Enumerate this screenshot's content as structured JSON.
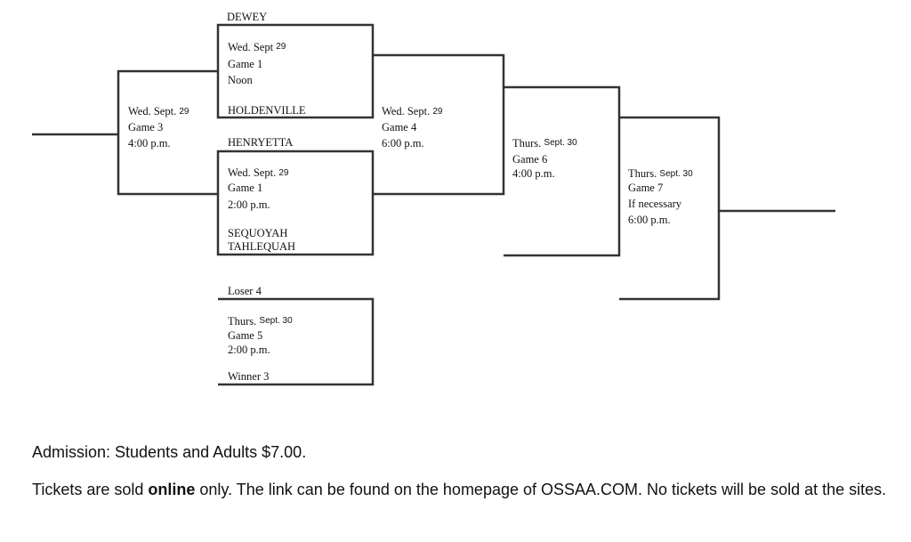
{
  "teams": {
    "dewey": "DEWEY",
    "holdenville": "HOLDENVILLE",
    "henryetta": "HENRYETTA",
    "sequoyah": "SEQUOYAH",
    "tahlequah": "TAHLEQUAH",
    "loser4": "Loser  4",
    "winner3": "Winner  3"
  },
  "games": {
    "g1a": {
      "day": "Wed. Sept",
      "date": "29",
      "game": "Game 1",
      "time": "Noon"
    },
    "g1b": {
      "day": "Wed. Sept.",
      "date": "29",
      "game": "Game 1",
      "time": "2:00 p.m."
    },
    "g3": {
      "day": "Wed. Sept.",
      "date": "29",
      "game": "Game 3",
      "time": "4:00 p.m."
    },
    "g4": {
      "day": "Wed. Sept.",
      "date": "29",
      "game": "Game 4",
      "time": "6:00 p.m."
    },
    "g5": {
      "day": "Thurs.",
      "date": "Sept. 30",
      "game": "Game 5",
      "time": "2:00 p.m."
    },
    "g6": {
      "day": "Thurs.",
      "date": "Sept. 30",
      "game": "Game 6",
      "time": "4:00 p.m."
    },
    "g7": {
      "day": "Thurs.",
      "date": "Sept. 30",
      "game": "Game 7",
      "note": "If necessary",
      "time": "6:00 p.m."
    }
  },
  "footer": {
    "admission": "Admission: Students and Adults $7.00.",
    "tickets_pre": "Tickets are sold ",
    "tickets_bold": "online",
    "tickets_post": " only.  The link can be found on the homepage of OSSAA.COM.  No tickets will be sold at the sites."
  }
}
